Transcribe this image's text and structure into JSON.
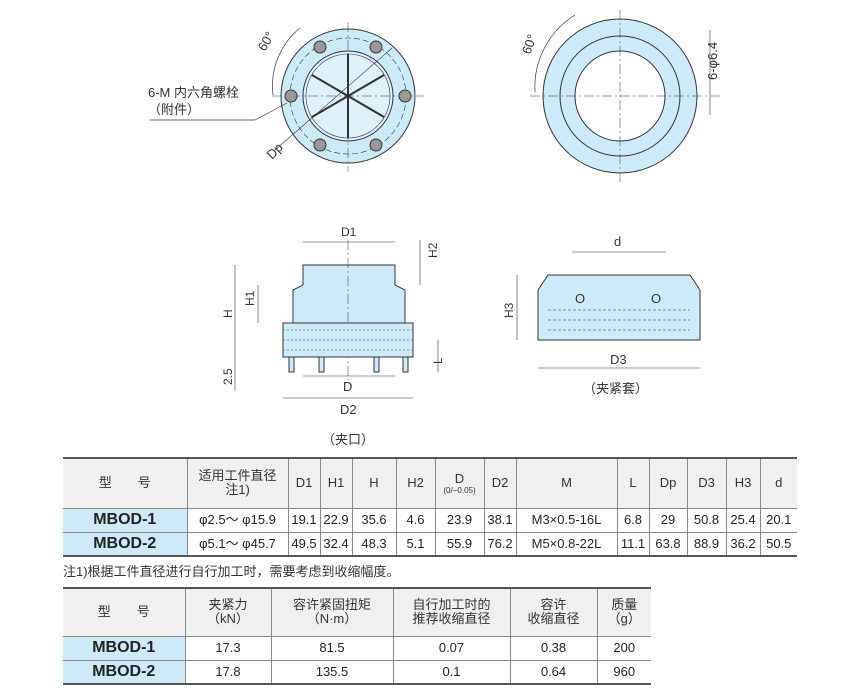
{
  "drawings": {
    "front_view": {
      "bolt_label": "6-M 内六角螺栓",
      "bolt_sub": "（附件）",
      "angle": "60°",
      "pcd": "Dp"
    },
    "collar_view": {
      "angle": "60°",
      "holes": "6-φ6.4"
    },
    "jaw_side": {
      "d1": "D1",
      "h2": "H2",
      "h": "H",
      "h1": "H1",
      "gap": "2.5",
      "l": "L",
      "d": "D",
      "d2": "D2",
      "caption": "（夹口）"
    },
    "collar_side": {
      "d": "d",
      "h3": "H3",
      "d3": "D3",
      "caption": "（夹紧套）"
    }
  },
  "table1": {
    "headers": [
      "型　　号",
      "适用工件直径",
      "注1)",
      "D1",
      "H1",
      "H",
      "H2",
      "D",
      "0",
      "−0.05",
      "D2",
      "M",
      "L",
      "Dp",
      "D3",
      "H3",
      "d"
    ],
    "rows": [
      [
        "MBOD-1",
        "φ2.5～ φ15.9",
        "19.1",
        "22.9",
        "35.6",
        "4.6",
        "23.9",
        "38.1",
        "M3×0.5-16L",
        "6.8",
        "29",
        "50.8",
        "25.4",
        "20.1"
      ],
      [
        "MBOD-2",
        "φ5.1～ φ45.7",
        "49.5",
        "32.4",
        "48.3",
        "5.1",
        "55.9",
        "76.2",
        "M5×0.8-22L",
        "11.1",
        "63.8",
        "88.9",
        "36.2",
        "50.5"
      ]
    ],
    "note": "注1)根据工件直径进行自行加工时，需要考虑到收缩幅度。"
  },
  "table2": {
    "headers": [
      [
        "型　　号",
        ""
      ],
      [
        "夹紧力",
        "（kN）"
      ],
      [
        "容许紧固扭矩",
        "（N·m）"
      ],
      [
        "自行加工时的",
        "推荐收缩直径"
      ],
      [
        "容许",
        "收缩直径"
      ],
      [
        "质量",
        "（g）"
      ]
    ],
    "rows": [
      [
        "MBOD-1",
        "17.3",
        "81.5",
        "0.07",
        "0.38",
        "200"
      ],
      [
        "MBOD-2",
        "17.8",
        "135.5",
        "0.1",
        "0.64",
        "960"
      ]
    ]
  },
  "colors": {
    "fill": "#cdeaf8",
    "line": "#333333"
  }
}
